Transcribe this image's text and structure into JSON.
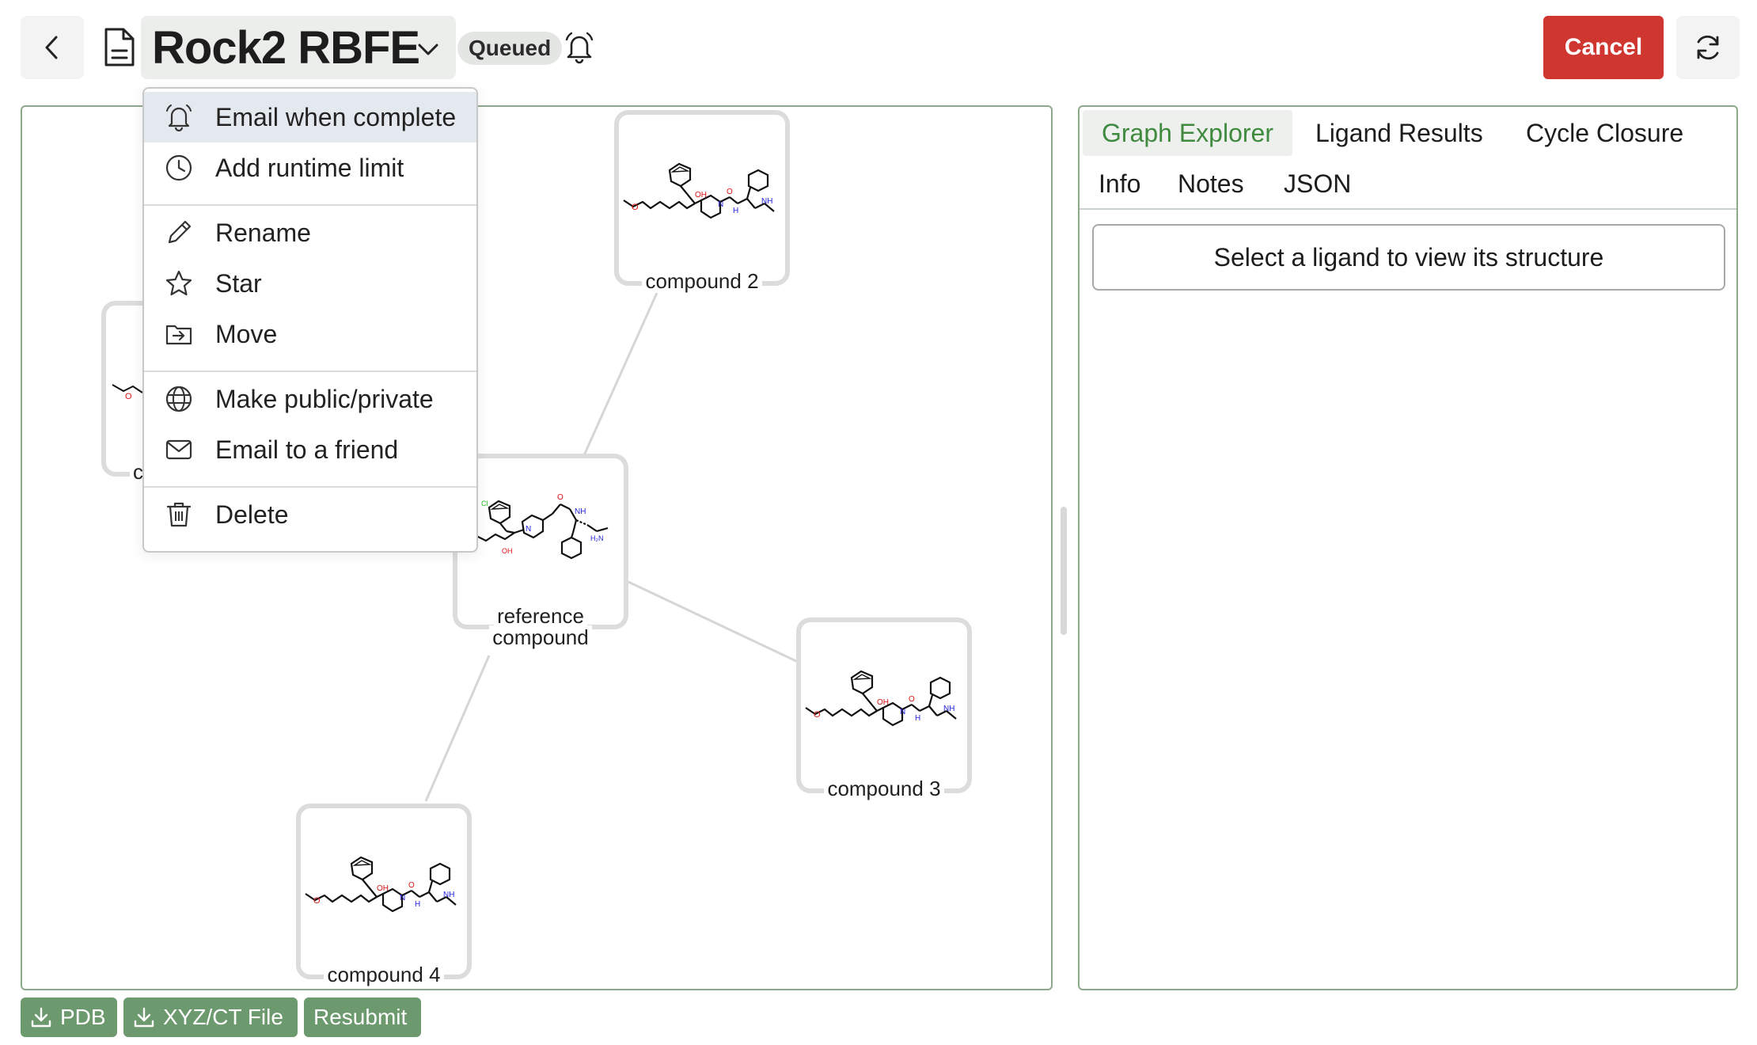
{
  "header": {
    "title": "Rock2 RBFE",
    "status_badge": "Queued",
    "cancel_label": "Cancel"
  },
  "menu": {
    "items": [
      {
        "label": "Email when complete",
        "icon": "bell-icon"
      },
      {
        "label": "Add runtime limit",
        "icon": "clock-icon"
      },
      {
        "label": "Rename",
        "icon": "pencil-icon"
      },
      {
        "label": "Star",
        "icon": "star-icon"
      },
      {
        "label": "Move",
        "icon": "folder-move-icon"
      },
      {
        "label": "Make public/private",
        "icon": "globe-icon"
      },
      {
        "label": "Email to a friend",
        "icon": "envelope-icon"
      },
      {
        "label": "Delete",
        "icon": "trash-icon"
      }
    ]
  },
  "graph": {
    "nodes": [
      {
        "id": "compound2",
        "label": "compound 2"
      },
      {
        "id": "compound1",
        "label": "c"
      },
      {
        "id": "reference",
        "label_line1": "reference",
        "label_line2": "compound"
      },
      {
        "id": "compound3",
        "label": "compound 3"
      },
      {
        "id": "compound4",
        "label": "compound 4"
      }
    ],
    "atom_labels": {
      "oh": "OH",
      "o": "O",
      "n": "N",
      "nh": "NH",
      "h": "H",
      "cl": "Cl",
      "h2n": "H₂N"
    }
  },
  "right_panel": {
    "tabs": [
      "Graph Explorer",
      "Ligand Results",
      "Cycle Closure",
      "Info",
      "Notes",
      "JSON"
    ],
    "active_tab": "Graph Explorer",
    "placeholder": "Select a ligand to view its structure"
  },
  "footer": {
    "pdb_label": "PDB",
    "xyz_label": "XYZ/CT File",
    "resubmit_label": "Resubmit"
  },
  "colors": {
    "accent_green": "#3f8a3f",
    "panel_border": "#8da98d",
    "button_green": "#6c9a6e",
    "cancel_red": "#cf3630"
  }
}
